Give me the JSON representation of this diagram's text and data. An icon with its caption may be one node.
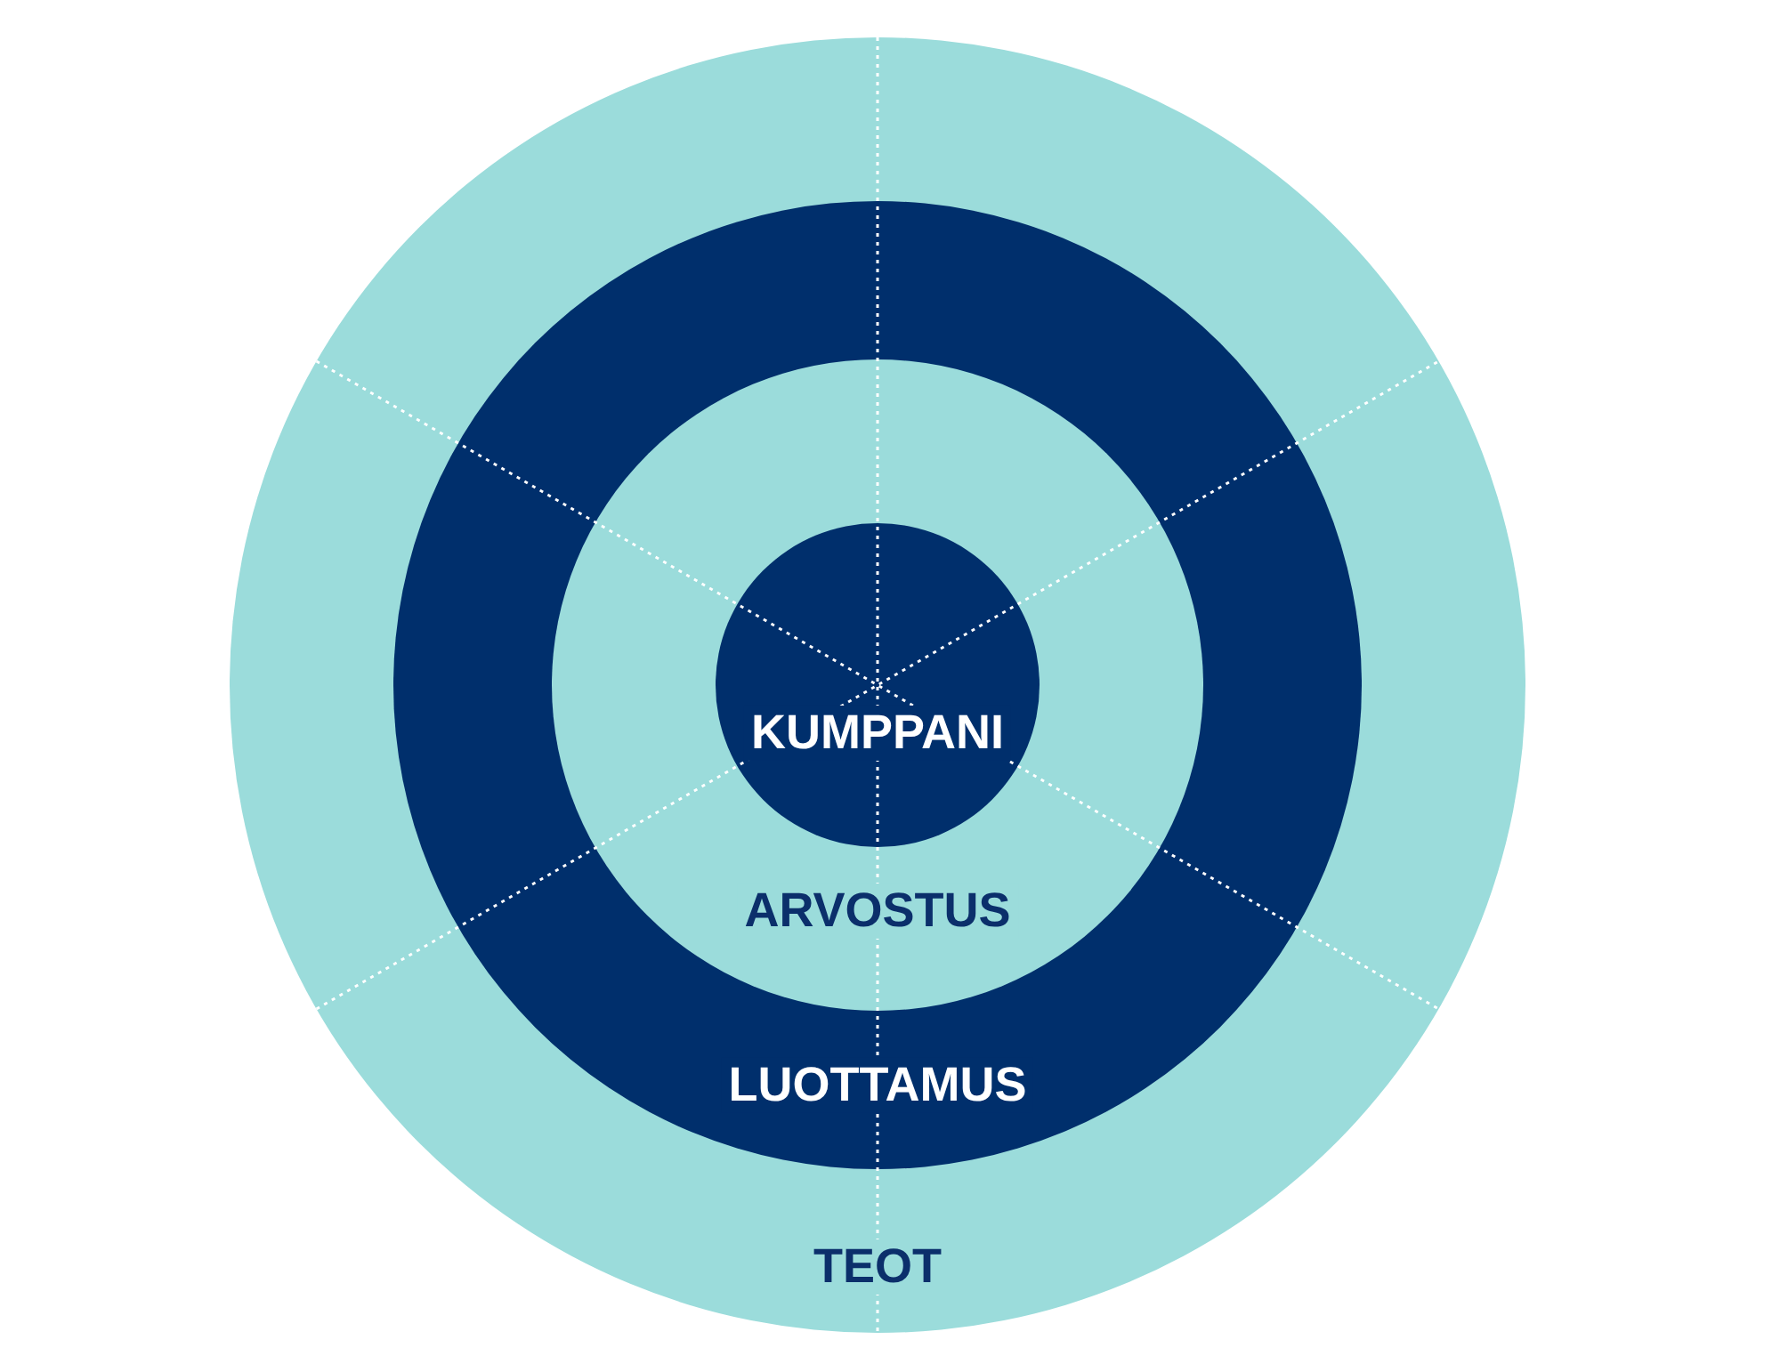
{
  "diagram": {
    "nodes": [
      {
        "text": [
          "TEOT"
        ]
      },
      {
        "text": [
          "LUOTTAMUS"
        ],
        "in": 0
      },
      {
        "text": [
          "ARVOSTUS"
        ],
        "in": 1
      },
      {
        "text": [
          "KUMPPANI"
        ],
        "in": 2
      }
    ]
  }
}
